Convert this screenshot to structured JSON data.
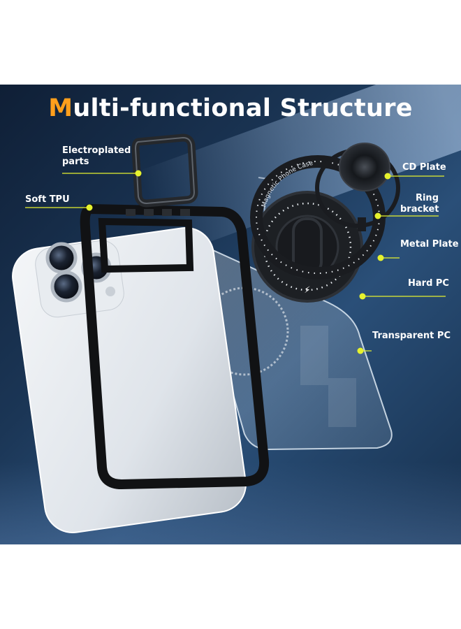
{
  "title": {
    "accent": "M",
    "rest": "ulti-functional Structure"
  },
  "labels": {
    "electroplated_line1": "Electroplated",
    "electroplated_line2": "parts",
    "soft_tpu": "Soft TPU",
    "cd_plate": "CD Plate",
    "ring_line1": "Ring",
    "ring_line2": "bracket",
    "metal_plate": "Metal Plate",
    "hard_pc": "Hard PC",
    "transparent_pc": "Transparent PC"
  },
  "ring_text": "Magnetic Phone Case",
  "colors": {
    "accent": "#ff9f1c",
    "callout": "#e6f22e",
    "background": "#1b3656",
    "text": "#ffffff"
  }
}
